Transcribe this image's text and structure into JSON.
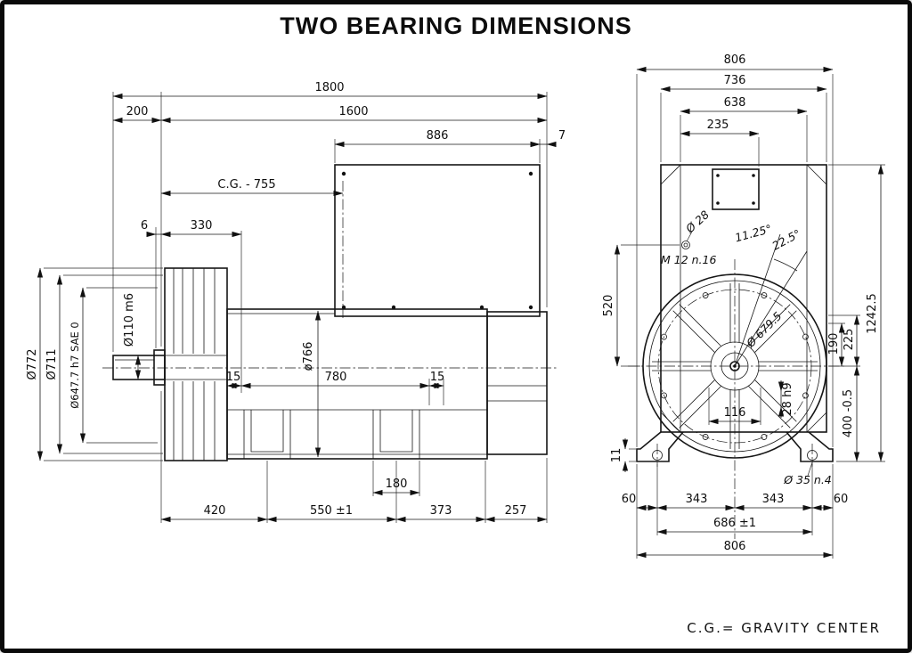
{
  "page": {
    "title": "TWO BEARING DIMENSIONS",
    "footer": "C.G.= GRAVITY CENTER"
  },
  "side_view": {
    "top": {
      "overall": "1800",
      "shaft": "200",
      "frame": "1600",
      "tbox": "886",
      "tbox_gap": "7",
      "cg": "C.G. - 755",
      "gap6": "6",
      "d330": "330"
    },
    "left": {
      "dia772": "Ø772",
      "dia711": "Ø711",
      "dia647": "Ø647.7 h7 SAE 0",
      "dia110": "Ø110 m6"
    },
    "mid": {
      "dia766": "ø766",
      "d15l": "15",
      "d780": "780",
      "d15r": "15"
    },
    "bottom": {
      "d180": "180",
      "d420": "420",
      "d550": "550 ±1",
      "d373": "373",
      "d257": "257"
    }
  },
  "end_view": {
    "top": {
      "d806": "806",
      "d736": "736",
      "d638": "638",
      "d235": "235"
    },
    "labels": {
      "dia28": "Ø 28",
      "m12": "M 12  n.16",
      "a1125": "11.25°",
      "a225": "22.5°",
      "dia6795": "Ø 679.5",
      "dia35": "Ø 35  n.4"
    },
    "left": {
      "d520": "520",
      "d11": "11"
    },
    "right": {
      "d190": "190",
      "d225": "225",
      "d1242": "1242.5",
      "d400": "400 -0.5",
      "d28h9": "28 h9"
    },
    "center": {
      "d116": "116"
    },
    "bottom": {
      "d60l": "60",
      "d343l": "343",
      "d343r": "343",
      "d60r": "60",
      "d686": "686 ±1",
      "d806": "806"
    }
  }
}
